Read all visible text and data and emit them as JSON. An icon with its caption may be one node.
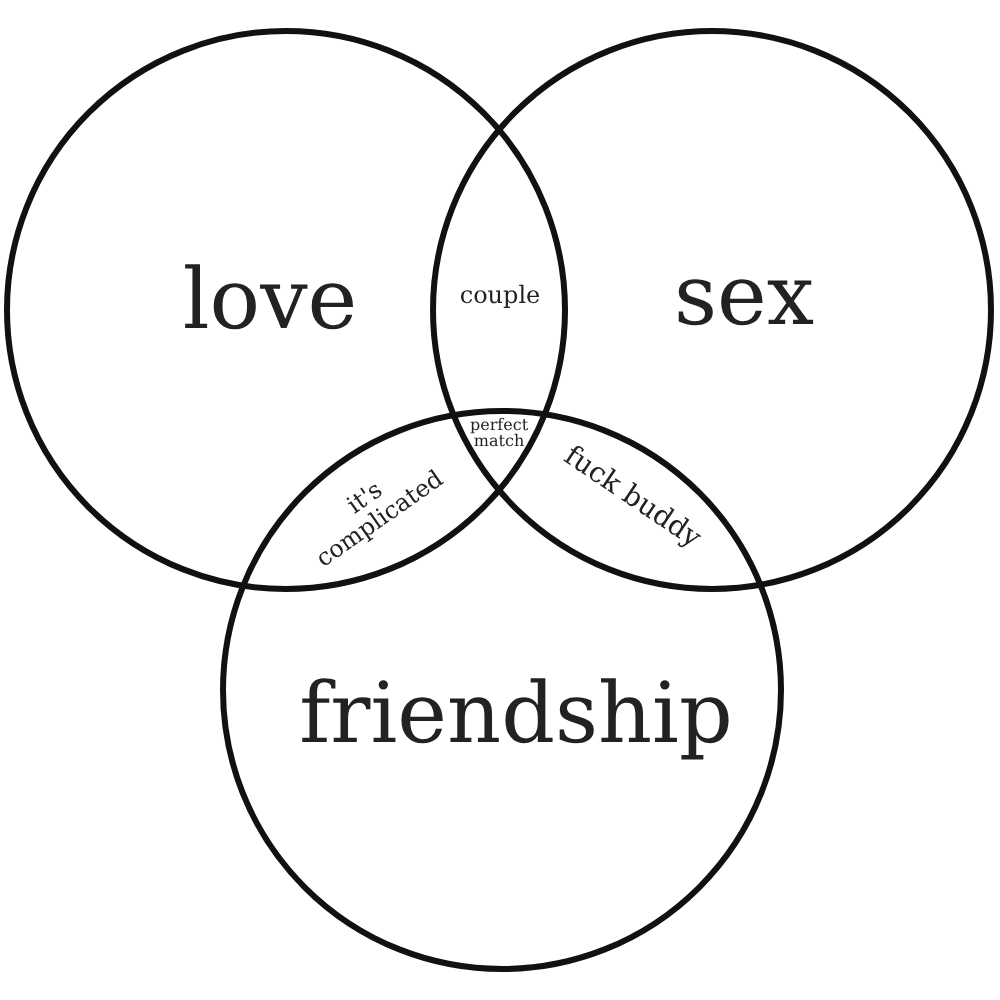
{
  "diagram": {
    "nodes": [
      {
        "text": [
          "love"
        ]
      },
      {
        "text": [
          "sex"
        ]
      },
      {
        "text": [
          "friendship"
        ]
      }
    ],
    "labels": [
      "couple",
      "perfect match",
      "it's complicated",
      "fuck buddy"
    ]
  }
}
